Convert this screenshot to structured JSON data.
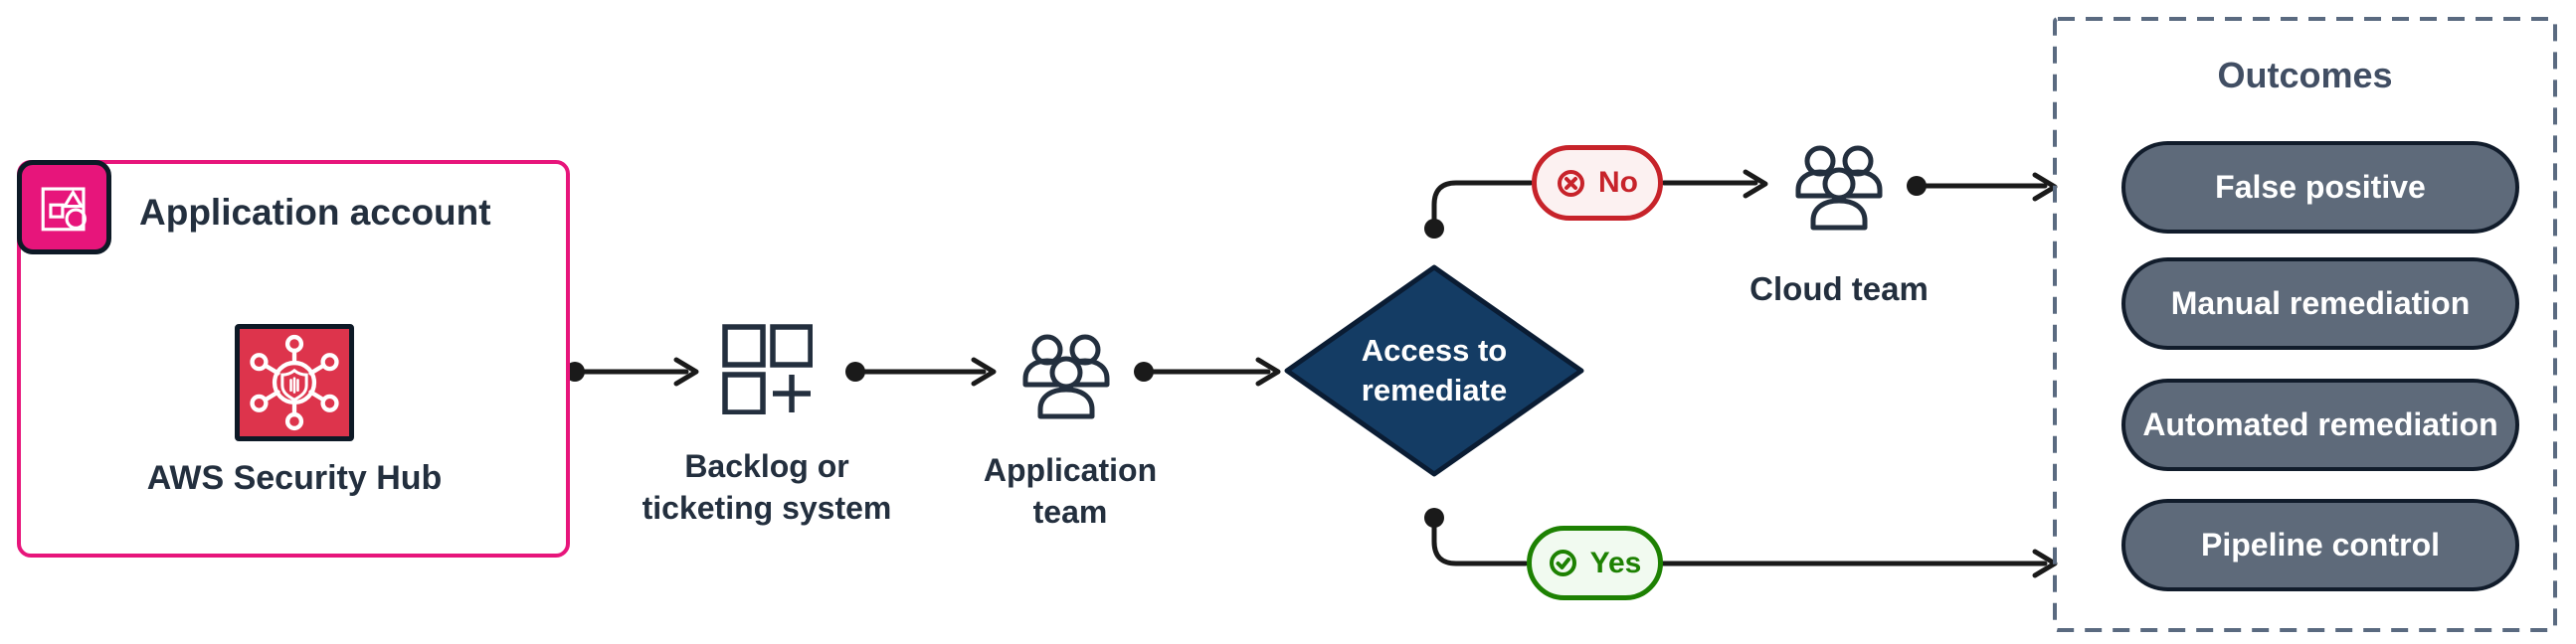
{
  "diagram": {
    "application_account": {
      "title": "Application account",
      "service_label": "AWS Security Hub"
    },
    "nodes": {
      "backlog": {
        "lines": [
          "Backlog or",
          "ticketing system"
        ]
      },
      "application_team": {
        "lines": [
          "Application",
          "team"
        ]
      },
      "decision": {
        "lines": [
          "Access to",
          "remediate"
        ]
      },
      "cloud_team": {
        "label": "Cloud team"
      }
    },
    "badges": {
      "no": {
        "label": "No"
      },
      "yes": {
        "label": "Yes"
      }
    },
    "outcomes": {
      "title": "Outcomes",
      "pills": [
        {
          "label": "False positive"
        },
        {
          "label": "Manual remediation"
        },
        {
          "label": "Automated remediation"
        },
        {
          "label": "Pipeline control"
        }
      ]
    },
    "colors": {
      "accent_pink": "#E7157B",
      "security_red": "#DD344C",
      "decision_navy": "#143C64",
      "text_ink": "#232F3E",
      "pill_slate": "#5E6A7A",
      "pill_border": "#111C2B",
      "outcomes_dash": "#5A6A80",
      "connector_black": "#1A1A1A",
      "no_red": "#C7232A",
      "no_fill": "#FCF1F1",
      "yes_green": "#1D8102",
      "yes_fill": "#F1FAF0"
    }
  }
}
